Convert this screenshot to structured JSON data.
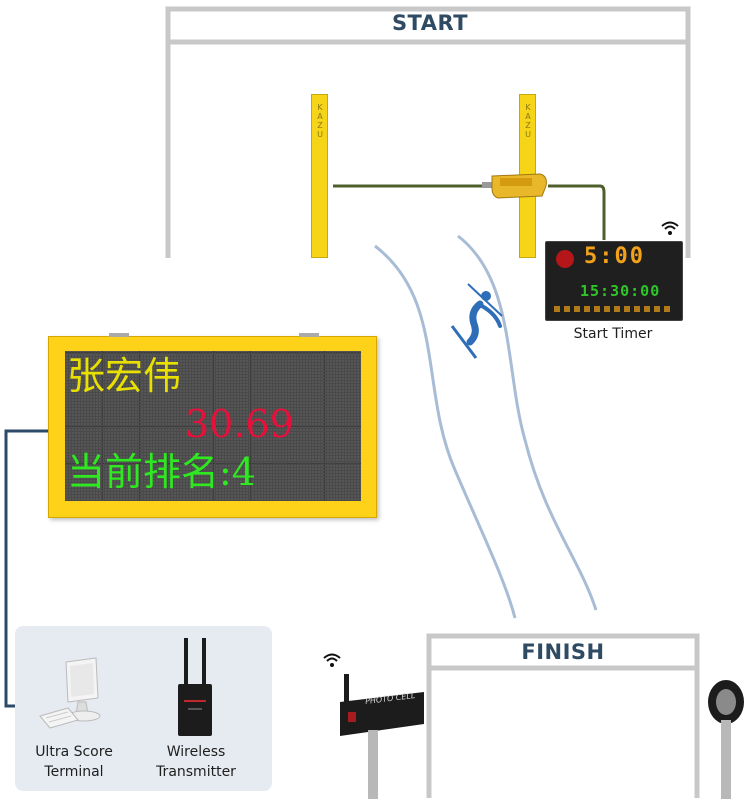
{
  "start_gate": {
    "title": "START"
  },
  "finish_gate": {
    "title": "FINISH"
  },
  "pole_text": "KAZU",
  "start_timer": {
    "label": "Start Timer",
    "countdown": "5:00",
    "clock": "15:30:00"
  },
  "scoreboard": {
    "name": "张宏伟",
    "time": "30.69",
    "rank": "当前排名:4"
  },
  "photocell": {
    "text": "PHOTO CELL"
  },
  "terminal": {
    "label_line1": "Ultra Score",
    "label_line2": "Terminal"
  },
  "transmitter": {
    "label_line1": "Wireless",
    "label_line2": "Transmitter"
  },
  "colors": {
    "gate": "#c8c8c8",
    "gate_title": "#2f4a63",
    "pole_yellow": "#f6d418",
    "board_frame": "#ffd21a",
    "board_name": "#e8e000",
    "board_time": "#e8103a",
    "board_rank": "#2ee820",
    "cable_green": "#4f5f2c",
    "cable_blue": "#2c4a6a",
    "track": "#a9bcd6",
    "skier": "#2e6db8",
    "terminal_panel": "#e6ebf2"
  }
}
